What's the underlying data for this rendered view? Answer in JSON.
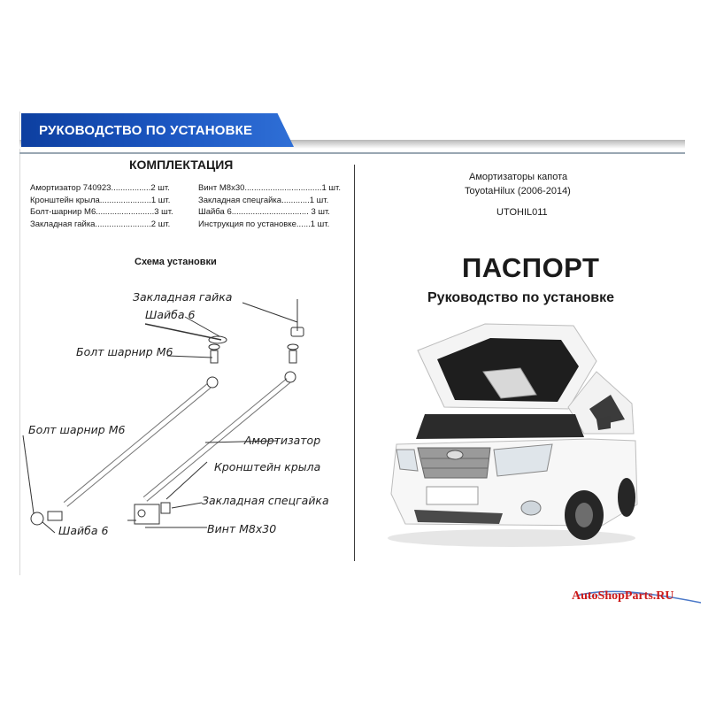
{
  "header": {
    "ribbon_title": "РУКОВОДСТВО ПО УСТАНОВКЕ",
    "ribbon_color": "#1c57c2"
  },
  "kit": {
    "title": "КОМПЛЕКТАЦИЯ",
    "left_items": [
      "Амортизатор 740923.................2 шт.",
      "Кронштейн крыла......................1 шт.",
      "Болт-шарнир М6.........................3 шт.",
      "Закладная гайка........................2 шт."
    ],
    "right_items": [
      "Винт М8х30.................................1 шт.",
      "Закладная спецгайка............1 шт.",
      "Шайба 6.................................         3 шт.",
      "Инструкция по установке......1 шт."
    ]
  },
  "scheme": {
    "title": "Схема установки",
    "labels": {
      "nut": "Закладная гайка",
      "washer_top": "Шайба 6",
      "bolt_top": "Болт шарнир М6",
      "bolt_left": "Болт шарнир М6",
      "shock": "Амортизатор",
      "bracket": "Кронштейн крыла",
      "special_nut": "Закладная спецгайка",
      "washer_bottom": "Шайба 6",
      "screw": "Винт М8х30"
    }
  },
  "product": {
    "subtitle_line1": "Амортизаторы капота",
    "subtitle_line2": "ToyotaHilux (2006-2014)",
    "code": "UTOHIL011",
    "title": "ПАСПОРТ",
    "subtitle": "Руководство по установке"
  },
  "watermark": {
    "text": "AutoShopParts.RU",
    "color": "#cc1a1a"
  }
}
